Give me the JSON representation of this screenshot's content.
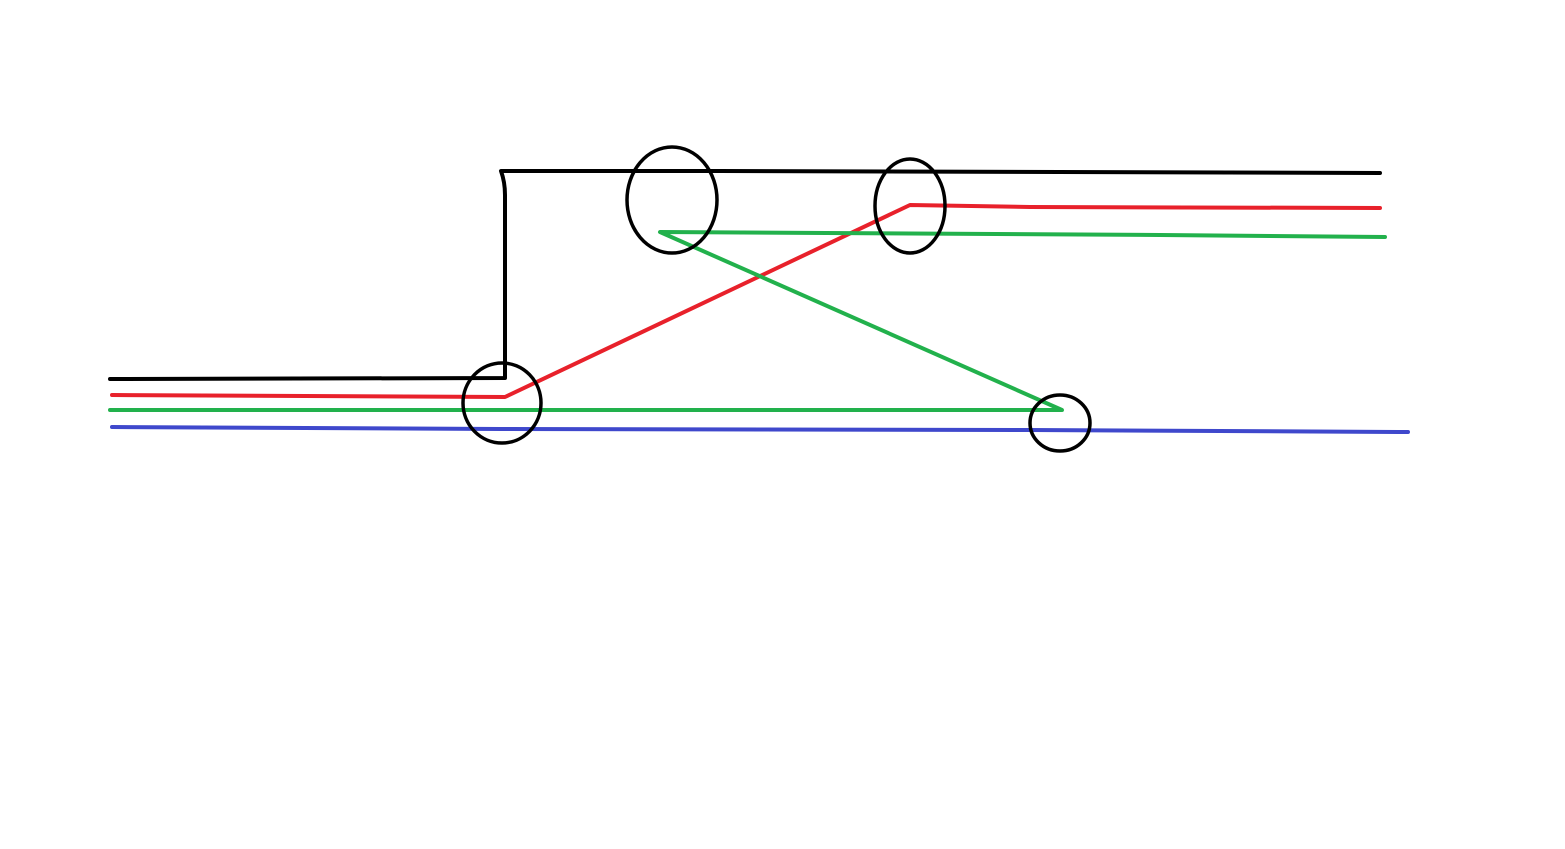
{
  "diagram": {
    "wires": [
      {
        "name": "black-wire",
        "color": "#000000"
      },
      {
        "name": "red-wire",
        "color": "#e8212b"
      },
      {
        "name": "green-wire",
        "color": "#22b14c"
      },
      {
        "name": "blue-wire",
        "color": "#3f48cc"
      }
    ],
    "nodes": [
      {
        "name": "junction-circle-left",
        "color": "#000000"
      },
      {
        "name": "junction-circle-top-left",
        "color": "#000000"
      },
      {
        "name": "junction-circle-top-right",
        "color": "#000000"
      },
      {
        "name": "junction-circle-bottom-right",
        "color": "#000000"
      }
    ]
  }
}
